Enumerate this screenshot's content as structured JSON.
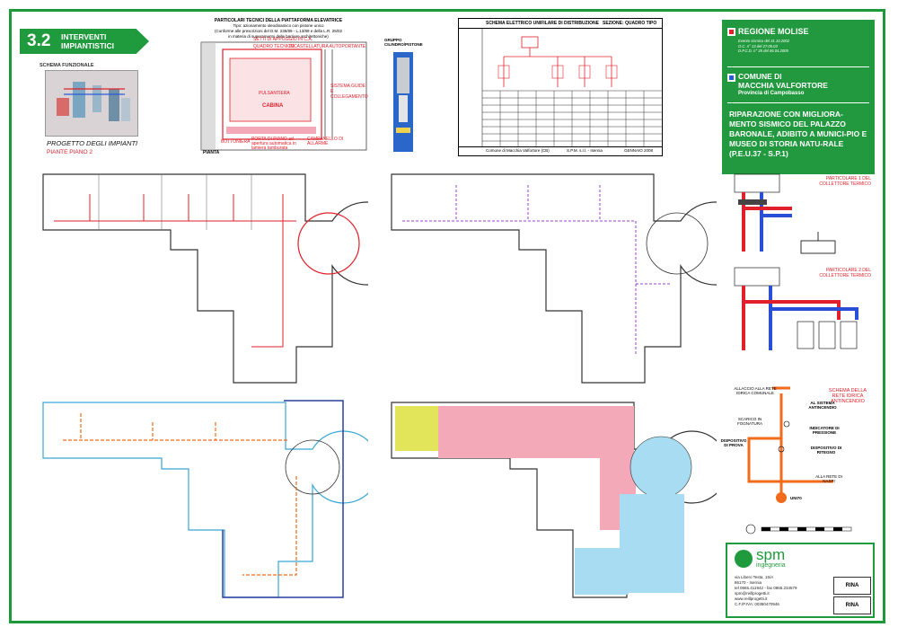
{
  "section": {
    "number": "3.2",
    "title_line1": "INTERVENTI",
    "title_line2": "IMPIANTISTICI"
  },
  "schema_funzionale": {
    "label": "SCHEMA FUNZIONALE",
    "project_label": "PROGETTO DEGLI IMPIANTI",
    "floor_label": "PIANTE PIANO 2"
  },
  "piattaforma": {
    "title": "PARTICOLARI TECNICI DELLA PIATTAFORMA ELEVATRICE",
    "sub1": "Tipo: azionamento oleodinamico con pistone unico",
    "sub2": "(Conforme alle prescrizioni del D.M. 236/89 - L.13/89 e della L.R. 25/02",
    "sub3": "in materia di superamento delle barriere architettoniche)",
    "labels": {
      "setti": "SETTI DI APPOGGIO IN C.A.",
      "quadro": "QUADRO TECNICO",
      "incastellatura": "INCASTELLATURA AUTOPORTANTE",
      "sistema_guide": "SISTEMA GUIDE E COLLEGAMENTO",
      "cabina": "CABINA",
      "pulsantiera": "PULSANTIERA",
      "bottoniera": "BOTTONIERA",
      "porta": "PORTA DI PIANO ad apertura automatica in lamiera tamburata",
      "campanello": "CAMPANELLO DI ALLARME",
      "pianta": "PIANTA"
    },
    "gruppo": "GRUPPO CILINDRO/PISTONE"
  },
  "schema_elettrico": {
    "title": "SCHEMA ELETTRICO UNIFILARE DI DISTRIBUZIONE",
    "section": "SEZIONE: QUADRO TIPO",
    "footer_committente": "Comune di Macchia Valfortore (CB)",
    "footer_progettista": "S.P.M. s.r.l. - Isernia",
    "footer_date": "GENNAIO 2008"
  },
  "regione": {
    "name": "REGIONE MOLISE",
    "line1": "Evento sismico del 31.10.2002",
    "line2": "O.C. n° 13 del 27.05.03",
    "line3": "D.P.C.D. n° 35 del 06.04.2005"
  },
  "comune": {
    "line1": "COMUNE DI",
    "line2": "MACCHIA VALFORTORE",
    "provincia": "Provincia di Campobasso"
  },
  "project_title": "RIPARAZIONE CON MIGLIORA-MENTO SISMICO DEL PALAZZO BARONALE, ADIBITO A MUNICI-PIO E MUSEO DI STORIA NATU-RALE (P.E.U.37 - S.P.1)",
  "collettore": {
    "p1": "PARTICOLARE 1 DEL COLLETTORE TERMICO",
    "p2": "PARTICOLARE 2 DEL COLLETTORE TERMICO"
  },
  "antincendio": {
    "title": "SCHEMA DELLA RETE IDRICA ANTINCENDIO",
    "allaccio": "ALLACCIO ALLA RETE IDRICA COMUNALE",
    "al_sistema": "AL SISTEMA ANTINCENDIO",
    "scarico": "SCARICO IN FOGNATURA",
    "indicatore": "INDICATORE DI PRESSIONE",
    "disp_prova": "DISPOSITIVO DI PROVA",
    "disp_ritegno": "DISPOSITIVO DI RITEGNO",
    "alla_rete": "ALLA RETE DI NASPI",
    "uni70": "UNI70"
  },
  "company": {
    "name": "spm",
    "sub": "ingegneria",
    "address1": "via Libero Testa, 15/A",
    "address2": "86170 - Isernia",
    "tel": "tel 0865.411942 - fax 0865.234579",
    "email": "spm@reillprogetti.it",
    "web": "www.reillprogetti.it",
    "cf": "C.F./P.IVA: 00380470946",
    "cert": "RINA"
  },
  "colors": {
    "green": "#1f9a3d",
    "red": "#e0202a",
    "pink_zone": "#f4a9b8",
    "blue_zone": "#a7dcf2",
    "yellow_zone": "#e2e55a",
    "blue_outline": "#2a3ea0",
    "orange": "#f26a1b"
  }
}
